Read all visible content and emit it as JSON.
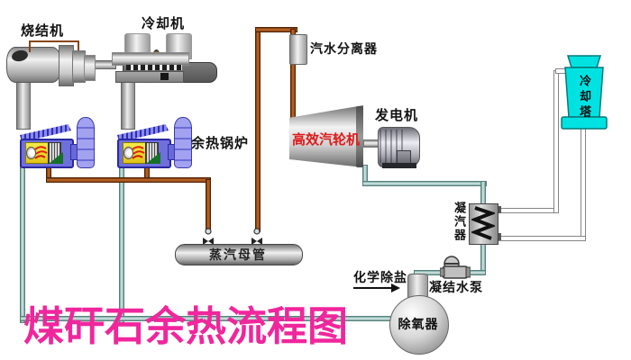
{
  "title": "煤矸石余热流程图",
  "labels": {
    "sintering_machine": "烧结机",
    "cooling_machine": "冷却机",
    "steam_water_separator": "汽水分离器",
    "generator": "发电机",
    "turbine": "高效汽轮机",
    "waste_heat_boiler": "余热锅炉",
    "cooling_tower": "冷却塔",
    "condenser": "凝汽器",
    "steam_header": "蒸汽母管",
    "chemical_desalination": "化学除盐",
    "condensate_pump": "凝结水泵",
    "deaerator": "除氧器"
  },
  "colors": {
    "title_text": "#F0269C",
    "turbine_label": "#DE1A1A",
    "cooling_tower_fill": "#00E2E2",
    "steam_pipe": "#A8571F",
    "water_pipe": "#8FB5B0",
    "flue_pipe": "#C9C9C9",
    "boiler_blue": "#7070DC"
  }
}
